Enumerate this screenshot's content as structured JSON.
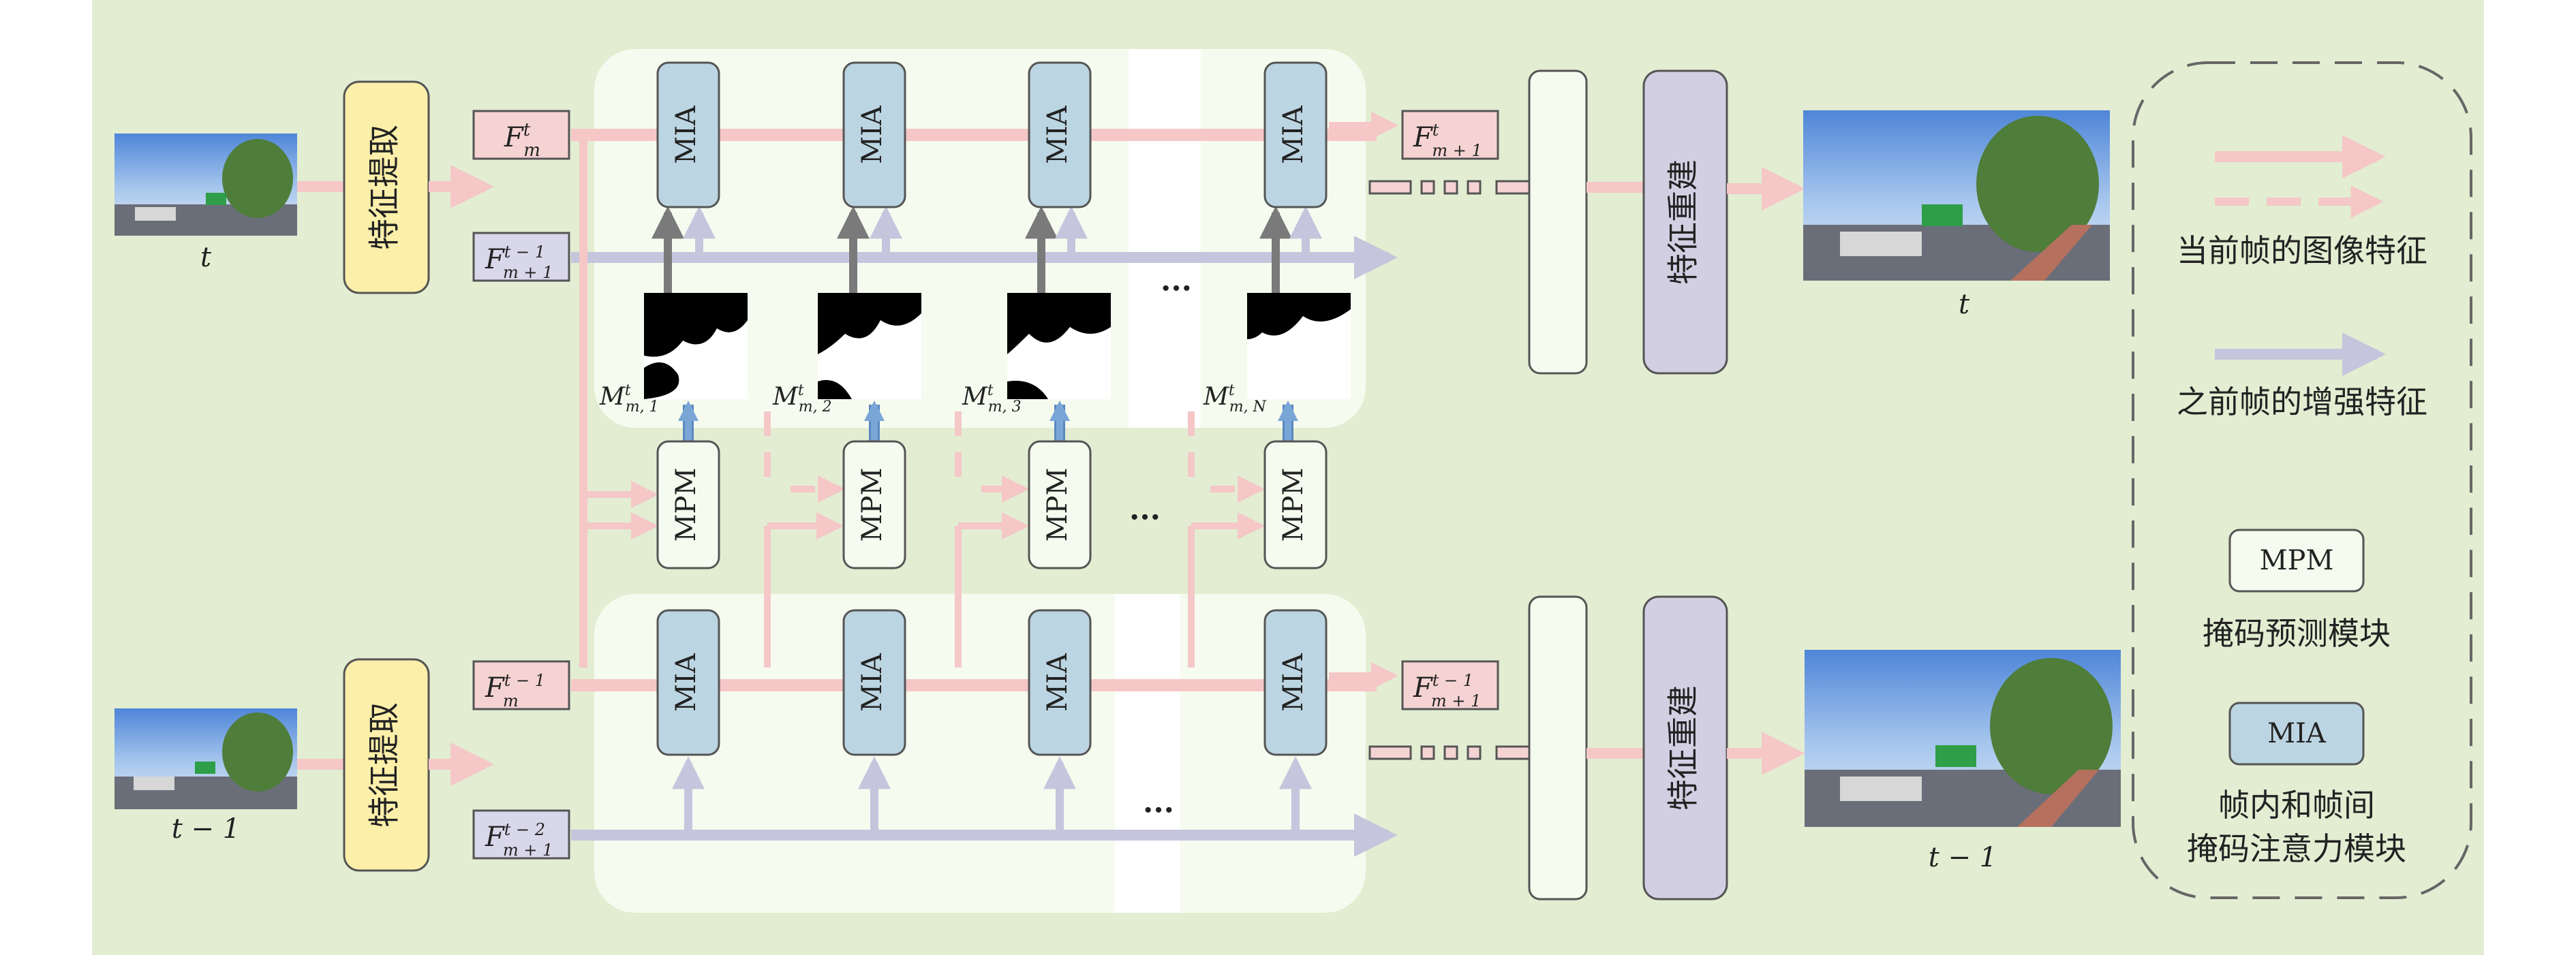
{
  "colors": {
    "background": "#e2edd2",
    "panel": "#f6fbef",
    "pink": "#f5c7c7",
    "lavender": "#c5c5dd",
    "dark_arrow": "#7a7a7a",
    "blue_arrow": "#7aa6d6",
    "extract_box": "#fbefaa",
    "recon_box": "#d2cfe2",
    "mia_box": "#bcd5e2",
    "label_pink": "#f6d3d3",
    "label_lavender": "#d9d7ea"
  },
  "top": {
    "extract_label": "特征提取",
    "recon_label": "特征重建",
    "input_frame_label": "t",
    "output_frame_label": "t",
    "feat_in": {
      "base": "F",
      "sup": "t",
      "sub": "m"
    },
    "feat_prev": {
      "base": "F",
      "sup": "t − 1",
      "sub": "m + 1"
    },
    "feat_out": {
      "base": "F",
      "sup": "t",
      "sub": "m + 1"
    },
    "mia_labels": [
      "MIA",
      "MIA",
      "MIA",
      "MIA"
    ],
    "masks": [
      {
        "base": "M",
        "sup": "t",
        "sub": "m, 1"
      },
      {
        "base": "M",
        "sup": "t",
        "sub": "m, 2"
      },
      {
        "base": "M",
        "sup": "t",
        "sub": "m, 3"
      },
      {
        "base": "M",
        "sup": "t",
        "sub": "m, N"
      }
    ],
    "ellipsis": "···"
  },
  "middle": {
    "mpm_labels": [
      "MPM",
      "MPM",
      "MPM",
      "MPM"
    ],
    "ellipsis": "···"
  },
  "bottom": {
    "extract_label": "特征提取",
    "recon_label": "特征重建",
    "input_frame_label": "t − 1",
    "output_frame_label": "t − 1",
    "feat_in": {
      "base": "F",
      "sup": "t − 1",
      "sub": "m"
    },
    "feat_prev": {
      "base": "F",
      "sup": "t − 2",
      "sub": "m + 1"
    },
    "feat_out": {
      "base": "F",
      "sup": "t − 1",
      "sub": "m + 1"
    },
    "mia_labels": [
      "MIA",
      "MIA",
      "MIA",
      "MIA"
    ],
    "ellipsis": "···"
  },
  "legend": {
    "current_features": "当前帧的图像特征",
    "previous_features": "之前帧的增强特征",
    "mpm_label": "MPM",
    "mpm_desc": "掩码预测模块",
    "mia_label": "MIA",
    "mia_desc_line1": "帧内和帧间",
    "mia_desc_line2": "掩码注意力模块"
  }
}
